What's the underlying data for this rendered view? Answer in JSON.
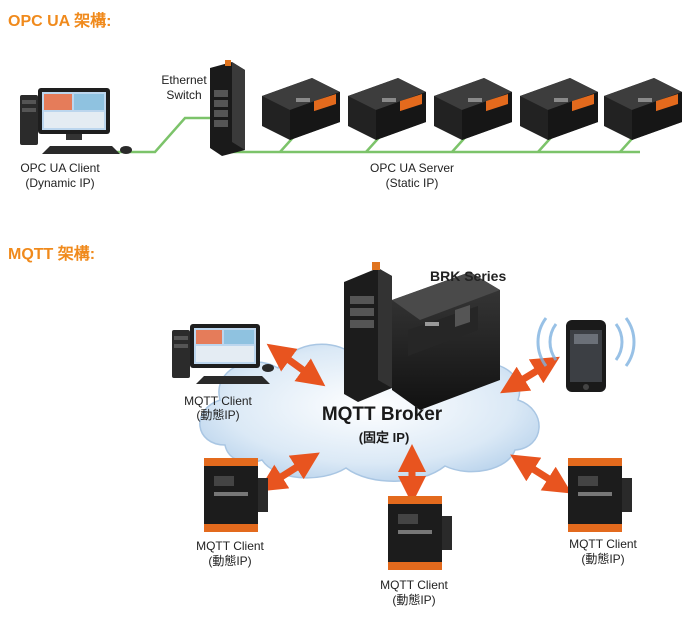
{
  "opcua": {
    "title": "OPC UA 架構:",
    "switch_label_1": "Ethernet",
    "switch_label_2": "Switch",
    "client_label_1": "OPC UA Client",
    "client_label_2": "(Dynamic IP)",
    "server_label_1": "OPC UA Server",
    "server_label_2": "(Static IP)"
  },
  "mqtt": {
    "title": "MQTT 架構:",
    "series_label": "BRK Series",
    "broker_label": "MQTT Broker",
    "broker_sub": "(固定 IP)",
    "clients": [
      {
        "line1": "MQTT Client",
        "line2": "(動態IP)"
      },
      {
        "line1": "MQTT Client",
        "line2": "(動態IP)"
      },
      {
        "line1": "MQTT Client",
        "line2": "(動態IP)"
      },
      {
        "line1": "MQTT Client",
        "line2": "(動態IP)"
      }
    ]
  },
  "colors": {
    "accent": "#f08a1c",
    "network_line": "#7cc36a",
    "cloud": "#cfe2f3",
    "arrow": "#e8541f"
  }
}
